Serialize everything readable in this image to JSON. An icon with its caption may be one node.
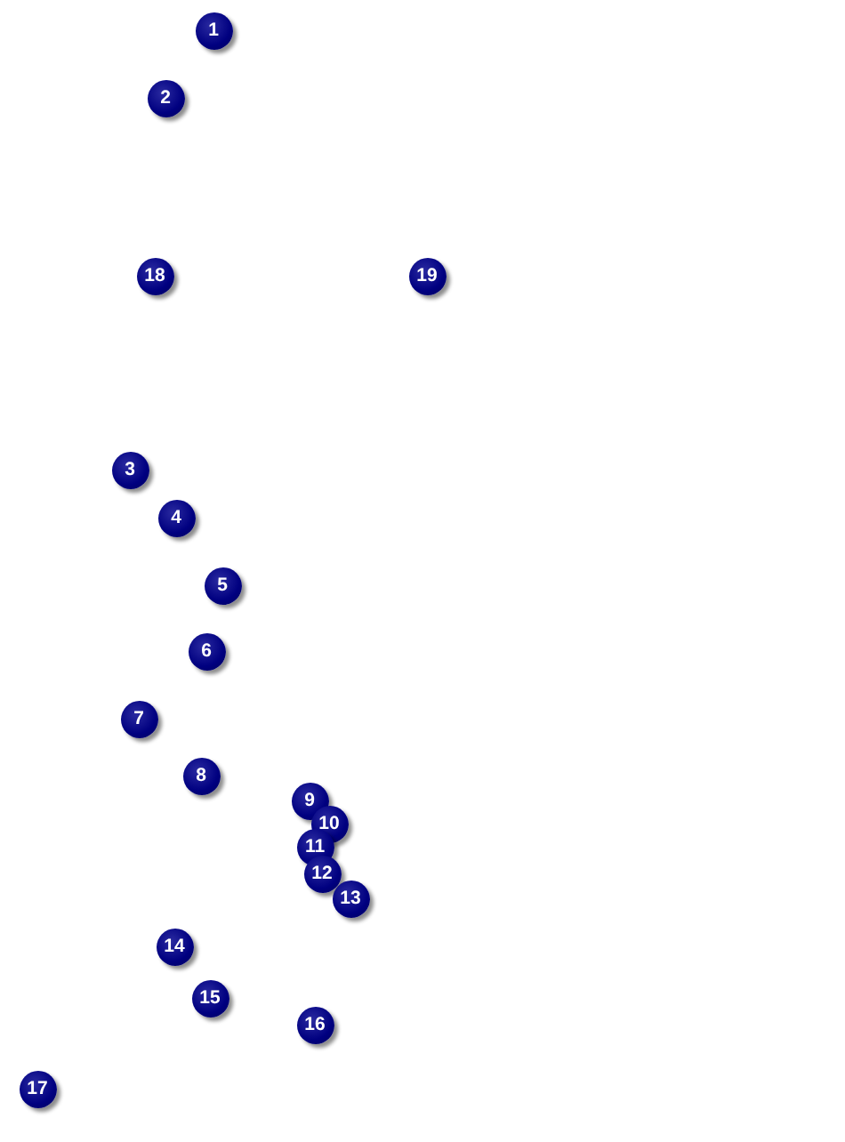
{
  "diagram": {
    "labels": [
      "1",
      "2",
      "18",
      "19",
      "3",
      "4",
      "5",
      "6",
      "7",
      "8",
      "9",
      "10",
      "11",
      "12",
      "13",
      "14",
      "15",
      "16",
      "17"
    ]
  }
}
